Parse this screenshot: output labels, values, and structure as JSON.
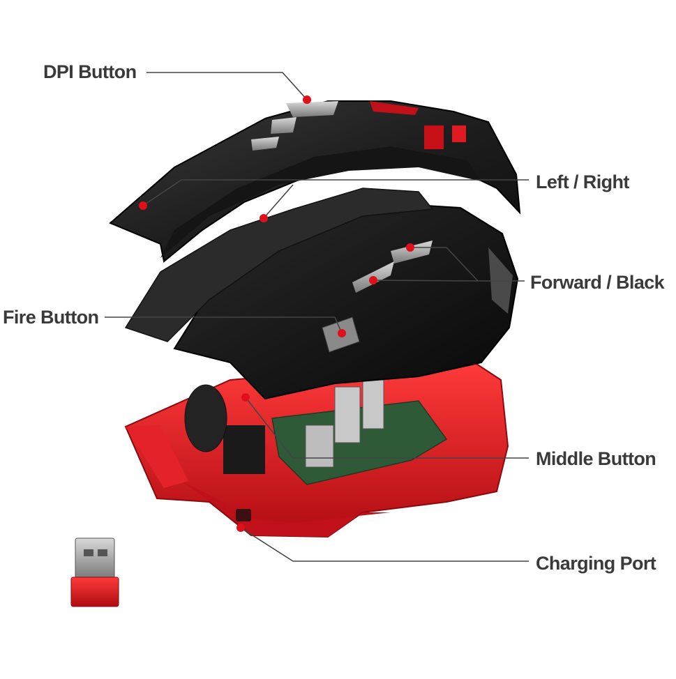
{
  "labels": {
    "dpi_button": "DPI Button",
    "left_right": "Left / Right",
    "forward_black": "Forward / Black",
    "fire_button": "Fire Button",
    "middle_button": "Middle Button",
    "charging_port": "Charging Port"
  },
  "colors": {
    "marker": "#e0101a",
    "leader_line": "#444444",
    "label_text": "#3a3a3a",
    "shell_black": "#1c1c1c",
    "base_red": "#d8141c",
    "pcb_green": "#2f5a38"
  }
}
